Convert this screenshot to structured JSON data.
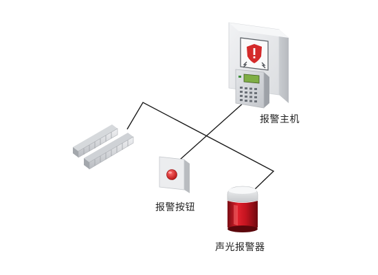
{
  "devices": {
    "alarm_host": {
      "label": "报警主机"
    },
    "alarm_button": {
      "label": "报警按钮"
    },
    "sound_light_alarm": {
      "label": "声光报警器"
    }
  },
  "colors": {
    "wire": "#1a1a1a",
    "panel": "#e9eaec",
    "accent_red": "#d42a2a",
    "lcd": "#7fae45"
  }
}
